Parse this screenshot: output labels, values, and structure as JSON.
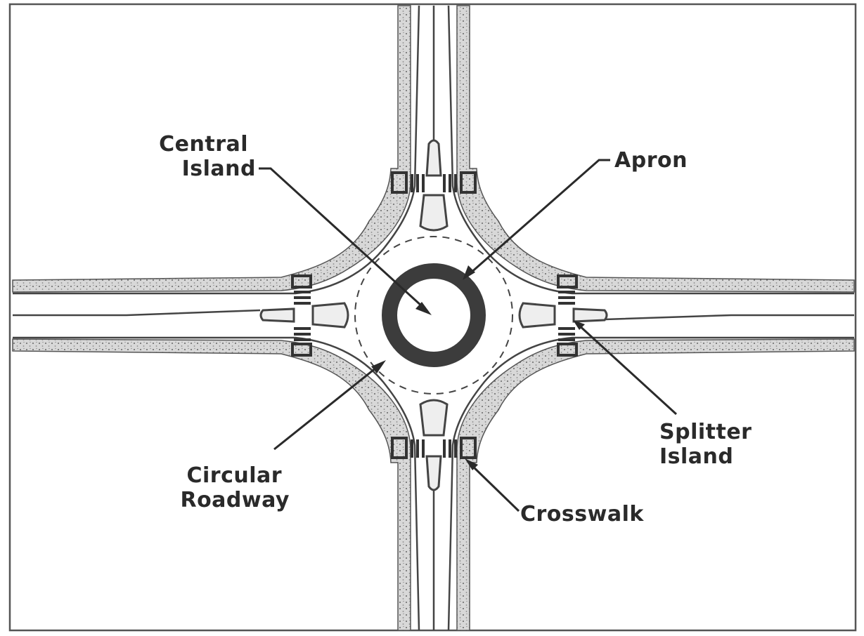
{
  "labels": {
    "central_island": [
      "Central",
      "Island"
    ],
    "apron": "Apron",
    "splitter_island": [
      "Splitter",
      "Island"
    ],
    "circular_roadway": [
      "Circular",
      "Roadway"
    ],
    "crosswalk": "Crosswalk"
  },
  "colors": {
    "ink": "#2a2a2a",
    "road": "#f7f7f7",
    "curb": "#6b6b6b",
    "apron": "#3c3c3c",
    "background": "#ffffff"
  }
}
